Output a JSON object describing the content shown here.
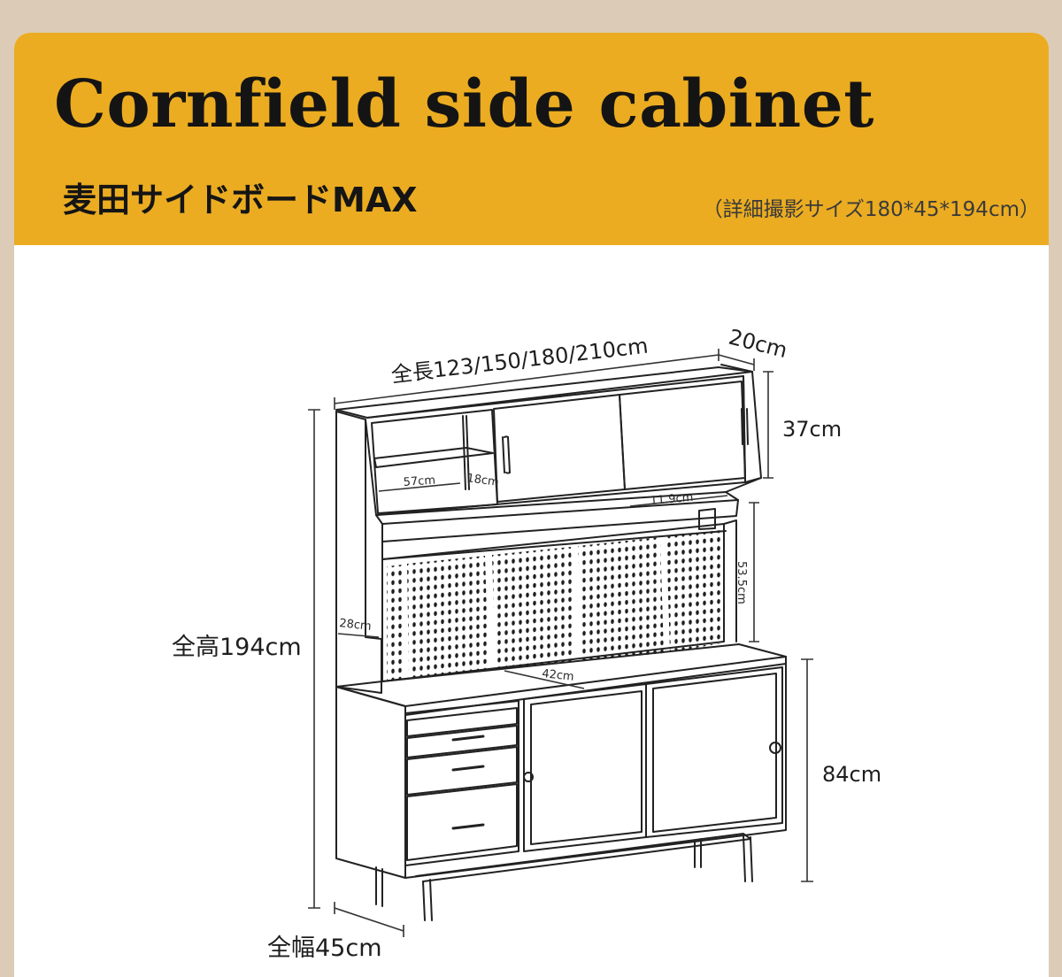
{
  "header": {
    "title": "Cornfield side cabinet",
    "subtitle": "麦田サイドボードMAX",
    "shoot_size": "（詳細撮影サイズ180*45*194cm）"
  },
  "dimensions": {
    "total_length": "全長123/150/180/210cm",
    "depth_top": "20cm",
    "height_upper": "37cm",
    "total_height": "全高194cm",
    "shelf_width": "57cm",
    "shelf_height": "18cm",
    "rail_gap": "11.9cm",
    "pegboard_height": "53.5cm",
    "side_depth": "28cm",
    "counter_depth": "42cm",
    "height_lower": "84cm",
    "total_depth": "全幅45cm"
  },
  "colors": {
    "background": "#dccbb7",
    "header": "#ebac21",
    "line": "#222222"
  }
}
